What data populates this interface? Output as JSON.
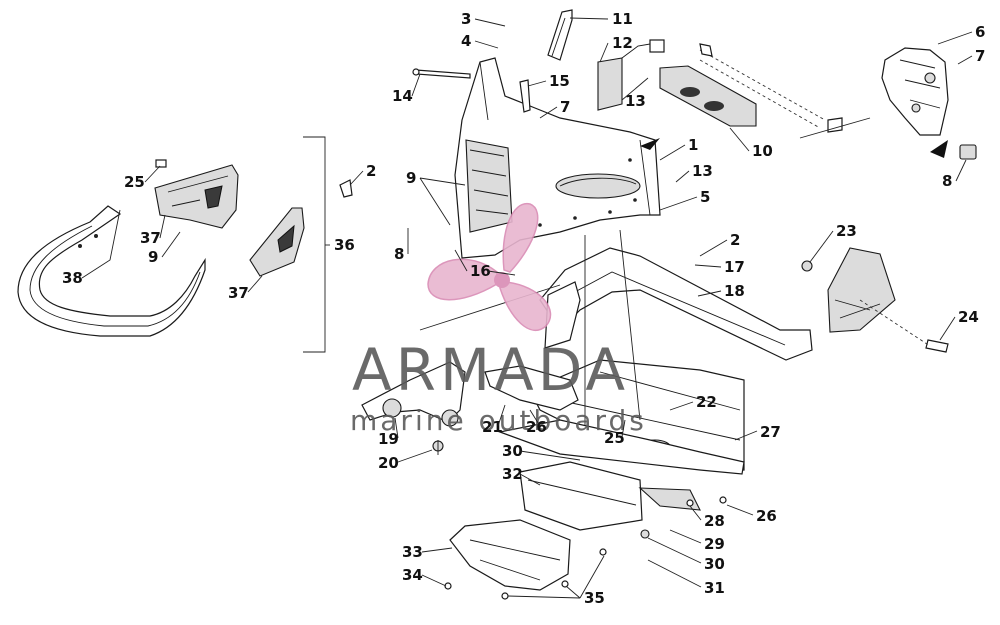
{
  "watermark": {
    "brand": "ARMADA",
    "tagline": "marine outboards",
    "colors": {
      "pink": "#d98bb4",
      "gray": "#5a5a5a"
    }
  },
  "callouts": [
    {
      "id": "c1",
      "label": "1"
    },
    {
      "id": "c2a",
      "label": "2"
    },
    {
      "id": "c2b",
      "label": "2"
    },
    {
      "id": "c3",
      "label": "3"
    },
    {
      "id": "c4",
      "label": "4"
    },
    {
      "id": "c5",
      "label": "5"
    },
    {
      "id": "c6",
      "label": "6"
    },
    {
      "id": "c7a",
      "label": "7"
    },
    {
      "id": "c7b",
      "label": "7"
    },
    {
      "id": "c8a",
      "label": "8"
    },
    {
      "id": "c8b",
      "label": "8"
    },
    {
      "id": "c9a",
      "label": "9"
    },
    {
      "id": "c9b",
      "label": "9"
    },
    {
      "id": "c10",
      "label": "10"
    },
    {
      "id": "c11",
      "label": "11"
    },
    {
      "id": "c12",
      "label": "12"
    },
    {
      "id": "c13a",
      "label": "13"
    },
    {
      "id": "c13b",
      "label": "13"
    },
    {
      "id": "c14",
      "label": "14"
    },
    {
      "id": "c15",
      "label": "15"
    },
    {
      "id": "c16",
      "label": "16"
    },
    {
      "id": "c17",
      "label": "17"
    },
    {
      "id": "c18",
      "label": "18"
    },
    {
      "id": "c19",
      "label": "19"
    },
    {
      "id": "c20",
      "label": "20"
    },
    {
      "id": "c21",
      "label": "21"
    },
    {
      "id": "c22",
      "label": "22"
    },
    {
      "id": "c23",
      "label": "23"
    },
    {
      "id": "c24",
      "label": "24"
    },
    {
      "id": "c25a",
      "label": "25"
    },
    {
      "id": "c25b",
      "label": "25"
    },
    {
      "id": "c26a",
      "label": "26"
    },
    {
      "id": "c26b",
      "label": "26"
    },
    {
      "id": "c27",
      "label": "27"
    },
    {
      "id": "c28",
      "label": "28"
    },
    {
      "id": "c29",
      "label": "29"
    },
    {
      "id": "c30a",
      "label": "30"
    },
    {
      "id": "c30b",
      "label": "30"
    },
    {
      "id": "c31",
      "label": "31"
    },
    {
      "id": "c32",
      "label": "32"
    },
    {
      "id": "c33",
      "label": "33"
    },
    {
      "id": "c34",
      "label": "34"
    },
    {
      "id": "c35",
      "label": "35"
    },
    {
      "id": "c36",
      "label": "36"
    },
    {
      "id": "c37a",
      "label": "37"
    },
    {
      "id": "c37b",
      "label": "37"
    },
    {
      "id": "c38",
      "label": "38"
    }
  ]
}
